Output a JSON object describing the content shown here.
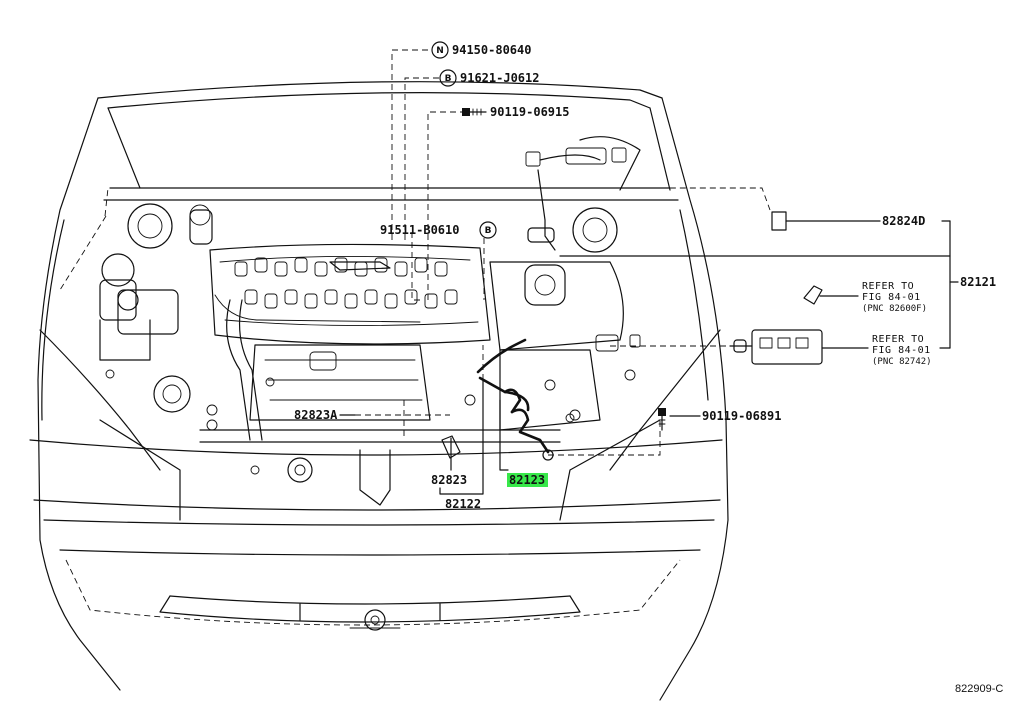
{
  "parts": {
    "p94150": {
      "symbol": "N",
      "number": "94150-80640"
    },
    "p91621": {
      "symbol": "B",
      "number": "91621-J0612"
    },
    "p90119a": {
      "number": "90119-06915"
    },
    "p91511": {
      "symbol": "B",
      "number": "91511-B0610"
    },
    "p82824D": {
      "number": "82824D"
    },
    "p82121": {
      "number": "82121"
    },
    "p90119b": {
      "number": "90119-06891"
    },
    "p82823A": {
      "number": "82823A"
    },
    "p82823": {
      "number": "82823"
    },
    "p82122": {
      "number": "82122"
    },
    "p82123": {
      "number": "82123",
      "highlight_color": "#38e84a"
    }
  },
  "references": {
    "ref1": {
      "line1": "REFER TO",
      "line2": "FIG 84-01",
      "line3": "(PNC 82600F)"
    },
    "ref2": {
      "line1": "REFER TO",
      "line2": "FIG 84-01",
      "line3": "(PNC 82742)"
    }
  },
  "diagram_code": "822909-C"
}
